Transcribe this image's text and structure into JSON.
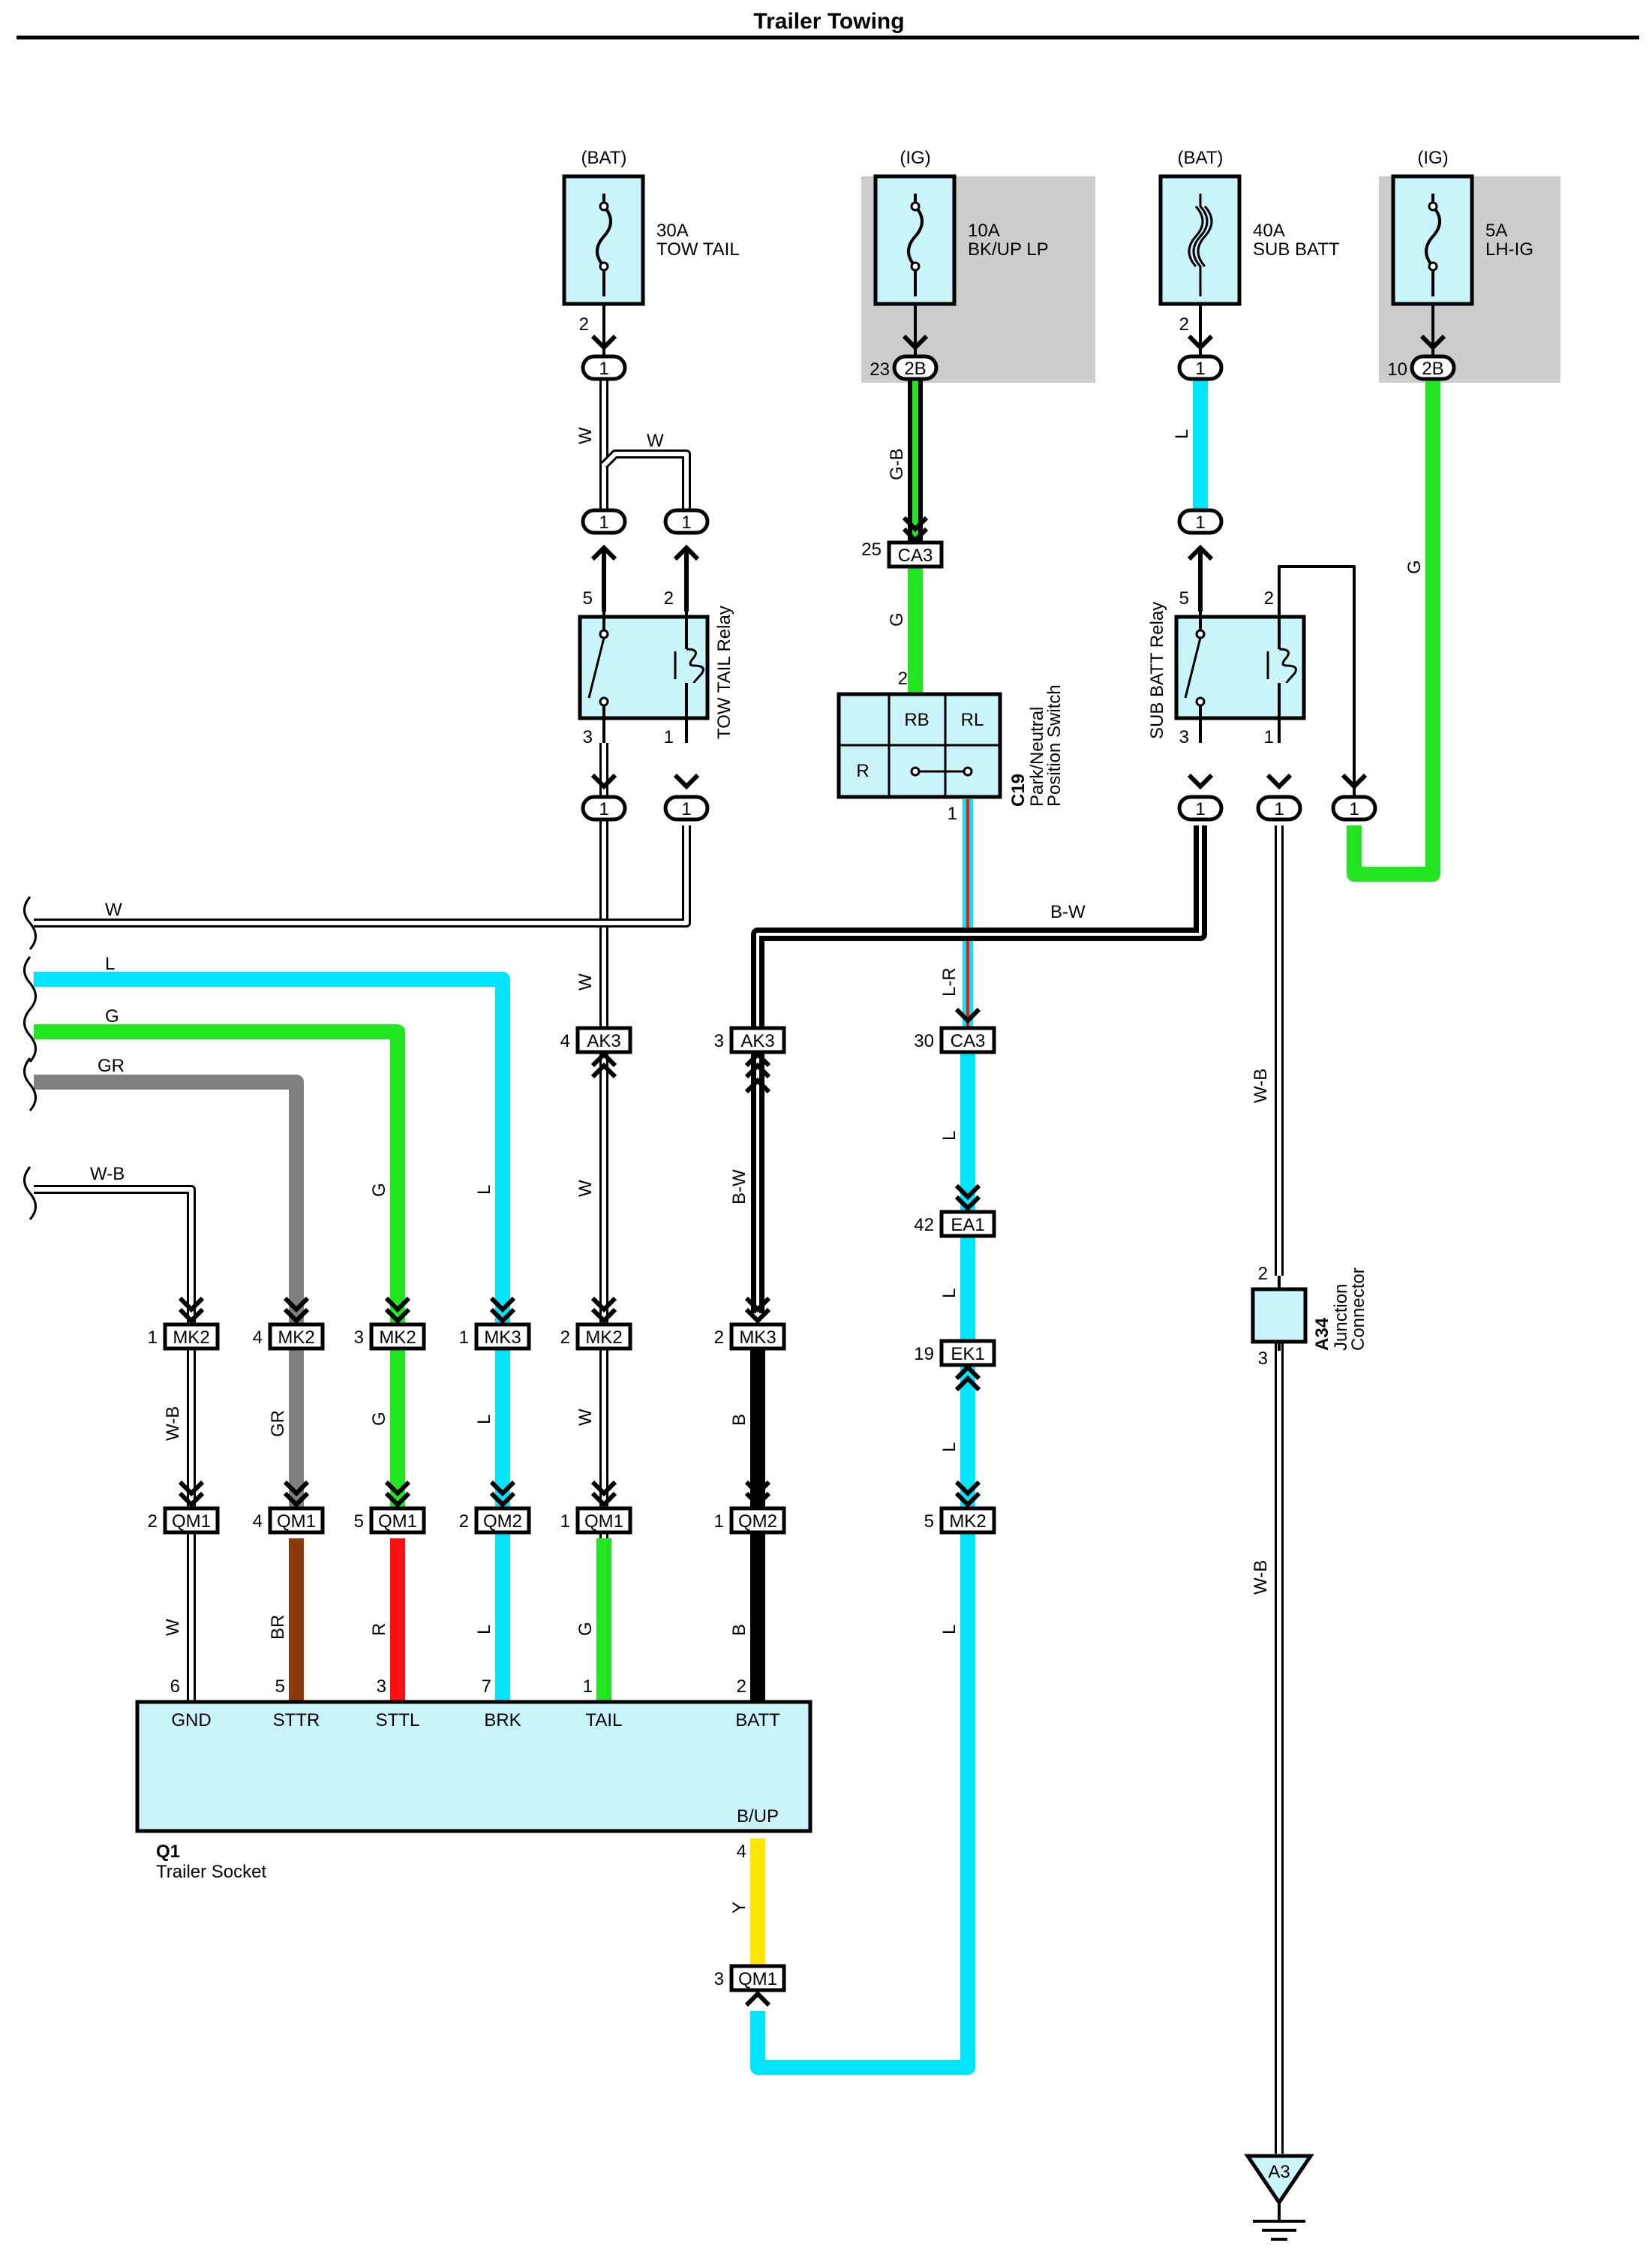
{
  "title": "Trailer Towing",
  "colors": {
    "W": "#ffffff",
    "L": "#00e5ff",
    "G": "#22e622",
    "GR": "#808080",
    "B": "#000000",
    "BR": "#8b3a0e",
    "R": "#ff1010",
    "Y": "#ffe600",
    "component_fill": "#c8f4fa",
    "ig_shade": "#cccccc"
  },
  "fuses": [
    {
      "source": "(BAT)",
      "rating": "30A",
      "name": "TOW TAIL"
    },
    {
      "source": "(IG)",
      "rating": "10A",
      "name": "BK/UP LP"
    },
    {
      "source": "(BAT)",
      "rating": "40A",
      "name": "SUB BATT"
    },
    {
      "source": "(IG)",
      "rating": "5A",
      "name": "LH-IG"
    }
  ],
  "relays": {
    "tow_tail": {
      "name": "TOW TAIL Relay",
      "pins": [
        "5",
        "2",
        "3",
        "1"
      ]
    },
    "sub_batt": {
      "name": "SUB BATT Relay",
      "pins": [
        "5",
        "2",
        "3",
        "1"
      ]
    }
  },
  "switch": {
    "code": "C19",
    "line1": "Park/Neutral",
    "line2": "Position Switch",
    "cells": [
      "RB",
      "RL",
      "R"
    ],
    "pin_in": "2",
    "pin_out": "1"
  },
  "junction": {
    "code": "A34",
    "line1": "Junction",
    "line2": "Connector",
    "pin_top": "2",
    "pin_bottom": "3"
  },
  "ground": {
    "label": "A3"
  },
  "socket": {
    "code": "Q1",
    "name": "Trailer Socket",
    "terminals": [
      {
        "pin": "6",
        "label": "GND"
      },
      {
        "pin": "5",
        "label": "STTR"
      },
      {
        "pin": "3",
        "label": "STTL"
      },
      {
        "pin": "7",
        "label": "BRK"
      },
      {
        "pin": "1",
        "label": "TAIL"
      },
      {
        "pin": "2",
        "label": "BATT"
      }
    ],
    "bup_pin": "4",
    "bup_label": "B/UP"
  },
  "connectors": {
    "fuse1_pin": "2",
    "fuse1_oval": "1",
    "fuse2_pin": "23",
    "fuse2_oval": "2B",
    "fuse3_pin": "2",
    "fuse3_oval": "1",
    "fuse4_pin": "10",
    "fuse4_oval": "2B",
    "ca3_top": {
      "pin": "25",
      "id": "CA3"
    },
    "ak3_a": {
      "pin": "4",
      "id": "AK3"
    },
    "ak3_b": {
      "pin": "3",
      "id": "AK3"
    },
    "ca3_b": {
      "pin": "30",
      "id": "CA3"
    },
    "ea1": {
      "pin": "42",
      "id": "EA1"
    },
    "ek1": {
      "pin": "19",
      "id": "EK1"
    },
    "mk_row": [
      {
        "pin": "1",
        "id": "MK2"
      },
      {
        "pin": "4",
        "id": "MK2"
      },
      {
        "pin": "3",
        "id": "MK2"
      },
      {
        "pin": "1",
        "id": "MK3"
      },
      {
        "pin": "2",
        "id": "MK2"
      },
      {
        "pin": "2",
        "id": "MK3"
      }
    ],
    "qm_row": [
      {
        "pin": "2",
        "id": "QM1"
      },
      {
        "pin": "4",
        "id": "QM1"
      },
      {
        "pin": "5",
        "id": "QM1"
      },
      {
        "pin": "2",
        "id": "QM2"
      },
      {
        "pin": "1",
        "id": "QM1"
      },
      {
        "pin": "1",
        "id": "QM2"
      },
      {
        "pin": "5",
        "id": "MK2"
      }
    ],
    "qm1_bup": {
      "pin": "3",
      "id": "QM1"
    },
    "oval_1": "1"
  },
  "wire_labels": {
    "left": [
      "W",
      "L",
      "G",
      "GR",
      "W-B"
    ],
    "upper": {
      "w1": "W",
      "w2": "W",
      "gb": "G-B",
      "g1": "G",
      "l1": "L",
      "g2": "G",
      "lr": "L-R",
      "bw": "B-W",
      "w3": "W",
      "wb1": "W-B"
    },
    "mid": [
      "G",
      "L",
      "W",
      "B-W",
      "L",
      "L"
    ],
    "lower": [
      "W-B",
      "GR",
      "G",
      "L",
      "W",
      "B",
      "L",
      "W-B"
    ],
    "socket": [
      "W",
      "BR",
      "R",
      "L",
      "G",
      "B",
      "L",
      "Y"
    ]
  }
}
